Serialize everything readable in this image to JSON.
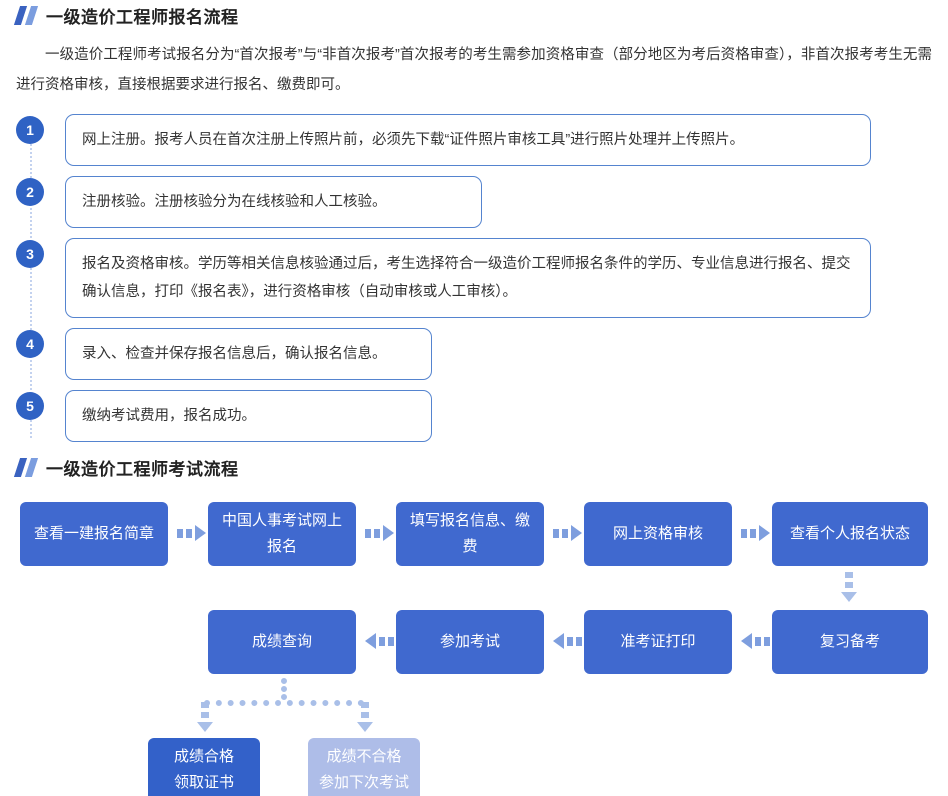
{
  "sections": {
    "registration": {
      "title": "一级造价工程师报名流程",
      "intro": "一级造价工程师考试报名分为“首次报考”与“非首次报考”首次报考的考生需参加资格审查（部分地区为考后资格审查），非首次报考考生无需进行资格审核，直接根据要求进行报名、缴费即可。",
      "steps": [
        {
          "num": "1",
          "text": "网上注册。报考人员在首次注册上传照片前，必须先下载“证件照片审核工具”进行照片处理并上传照片。"
        },
        {
          "num": "2",
          "text": "注册核验。注册核验分为在线核验和人工核验。"
        },
        {
          "num": "3",
          "text": "报名及资格审核。学历等相关信息核验通过后，考生选择符合一级造价工程师报名条件的学历、专业信息进行报名、提交确认信息，打印《报名表》，进行资格审核（自动审核或人工审核）。"
        },
        {
          "num": "4",
          "text": "录入、检查并保存报名信息后，确认报名信息。"
        },
        {
          "num": "5",
          "text": "缴纳考试费用，报名成功。"
        }
      ]
    },
    "exam": {
      "title": "一级造价工程师考试流程",
      "nodes": {
        "n1": "查看一建报名简章",
        "n2": "中国人事考试网上报名",
        "n3": "填写报名信息、缴费",
        "n4": "网上资格审核",
        "n5": "查看个人报名状态",
        "n6": "复习备考",
        "n7": "准考证打印",
        "n8": "参加考试",
        "n9": "成绩查询",
        "n10": "成绩合格\n领取证书",
        "n11": "成绩不合格\n参加下次考试"
      }
    }
  },
  "colors": {
    "node_blue": "#4069cf",
    "node_strong_blue": "#3361c9",
    "node_muted_blue": "#aebde8",
    "arrow_blue": "#7e9ede",
    "badge_blue": "#2f62c4",
    "box_border": "#5584cf",
    "heading_dark": "#3a62c0",
    "heading_light": "#7b9ddf"
  }
}
